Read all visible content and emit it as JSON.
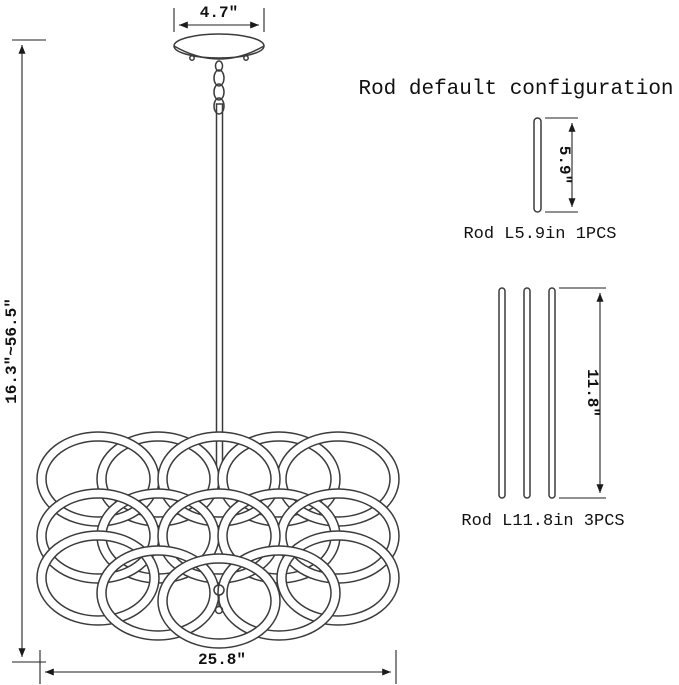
{
  "fixture": {
    "canopy_width": "4.7\"",
    "height_range": "16.3\"~56.5\"",
    "shade_diameter": "25.8\""
  },
  "rod_config": {
    "title": "Rod default configuration",
    "short_rod": {
      "length": "5.9″",
      "caption": "Rod L5.9in 1PCS"
    },
    "long_rod": {
      "length": "11.8″",
      "caption": "Rod L11.8in 3PCS"
    }
  },
  "colors": {
    "line": "#3b3b3b",
    "dimension": "#222222",
    "text": "#111111"
  }
}
